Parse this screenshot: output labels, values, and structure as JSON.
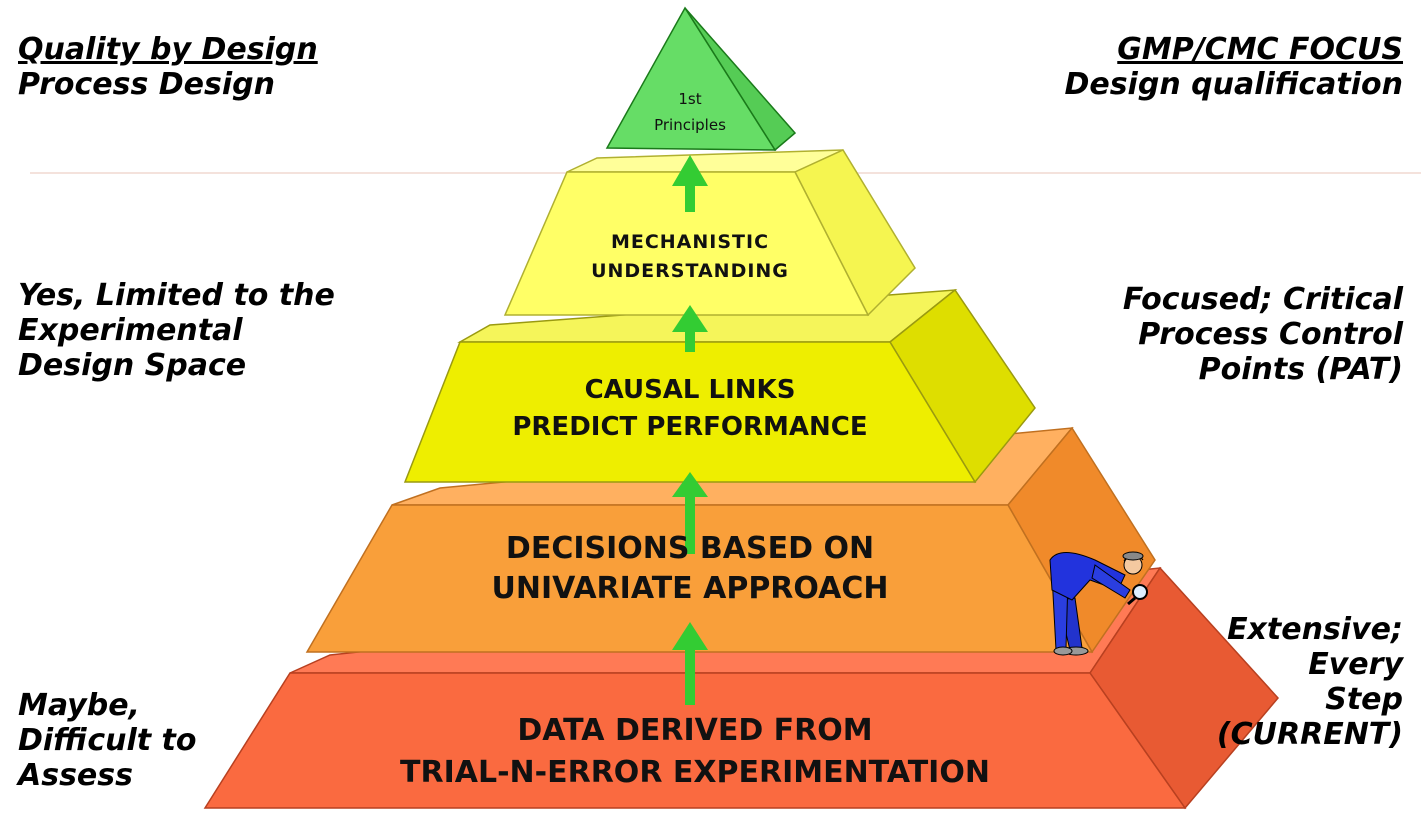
{
  "headings": {
    "left_title": "Quality by Design",
    "left_subtitle": "Process Design",
    "right_title": "GMP/CMC FOCUS",
    "right_subtitle": "Design qualification"
  },
  "left_labels": {
    "upper": [
      "Yes, Limited to the",
      "Experimental",
      "Design Space"
    ],
    "lower": [
      "Maybe,",
      "Difficult to",
      "Assess"
    ]
  },
  "right_labels": {
    "upper": [
      "Focused; Critical",
      "Process Control",
      "Points (PAT)"
    ],
    "lower": [
      "Extensive;",
      "Every",
      "Step",
      "(CURRENT)"
    ]
  },
  "pyramid": {
    "tip": [
      "1st",
      "Principles"
    ],
    "tier2": [
      "MECHANISTIC",
      "UNDERSTANDING"
    ],
    "tier3": [
      "CAUSAL LINKS",
      "PREDICT PERFORMANCE"
    ],
    "tier4": [
      "DECISIONS BASED ON",
      "UNIVARIATE APPROACH"
    ],
    "tier5": [
      "DATA DERIVED FROM",
      "TRIAL-N-ERROR EXPERIMENTATION"
    ]
  },
  "colors": {
    "tip": "#66dd66",
    "tier2": "#ffff66",
    "tier3": "#eeee00",
    "tier4": "#f99f3a",
    "tier5": "#fa6a40",
    "arrow": "#33cc33"
  },
  "figure_icon": "inspector-with-magnifying-glass"
}
